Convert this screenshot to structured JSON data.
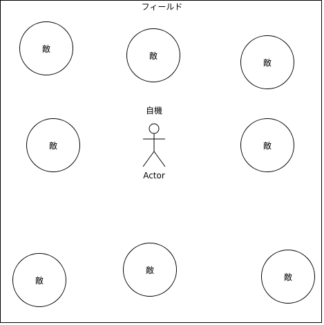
{
  "field": {
    "title": "フィールド"
  },
  "player": {
    "label": "自機",
    "actor_label": "Actor"
  },
  "enemies": [
    {
      "label": "敵"
    },
    {
      "label": "敵"
    },
    {
      "label": "敵"
    },
    {
      "label": "敵"
    },
    {
      "label": "敵"
    },
    {
      "label": "敵"
    },
    {
      "label": "敵"
    },
    {
      "label": "敵"
    }
  ],
  "colors": {
    "stroke": "#000000",
    "background": "#ffffff"
  }
}
